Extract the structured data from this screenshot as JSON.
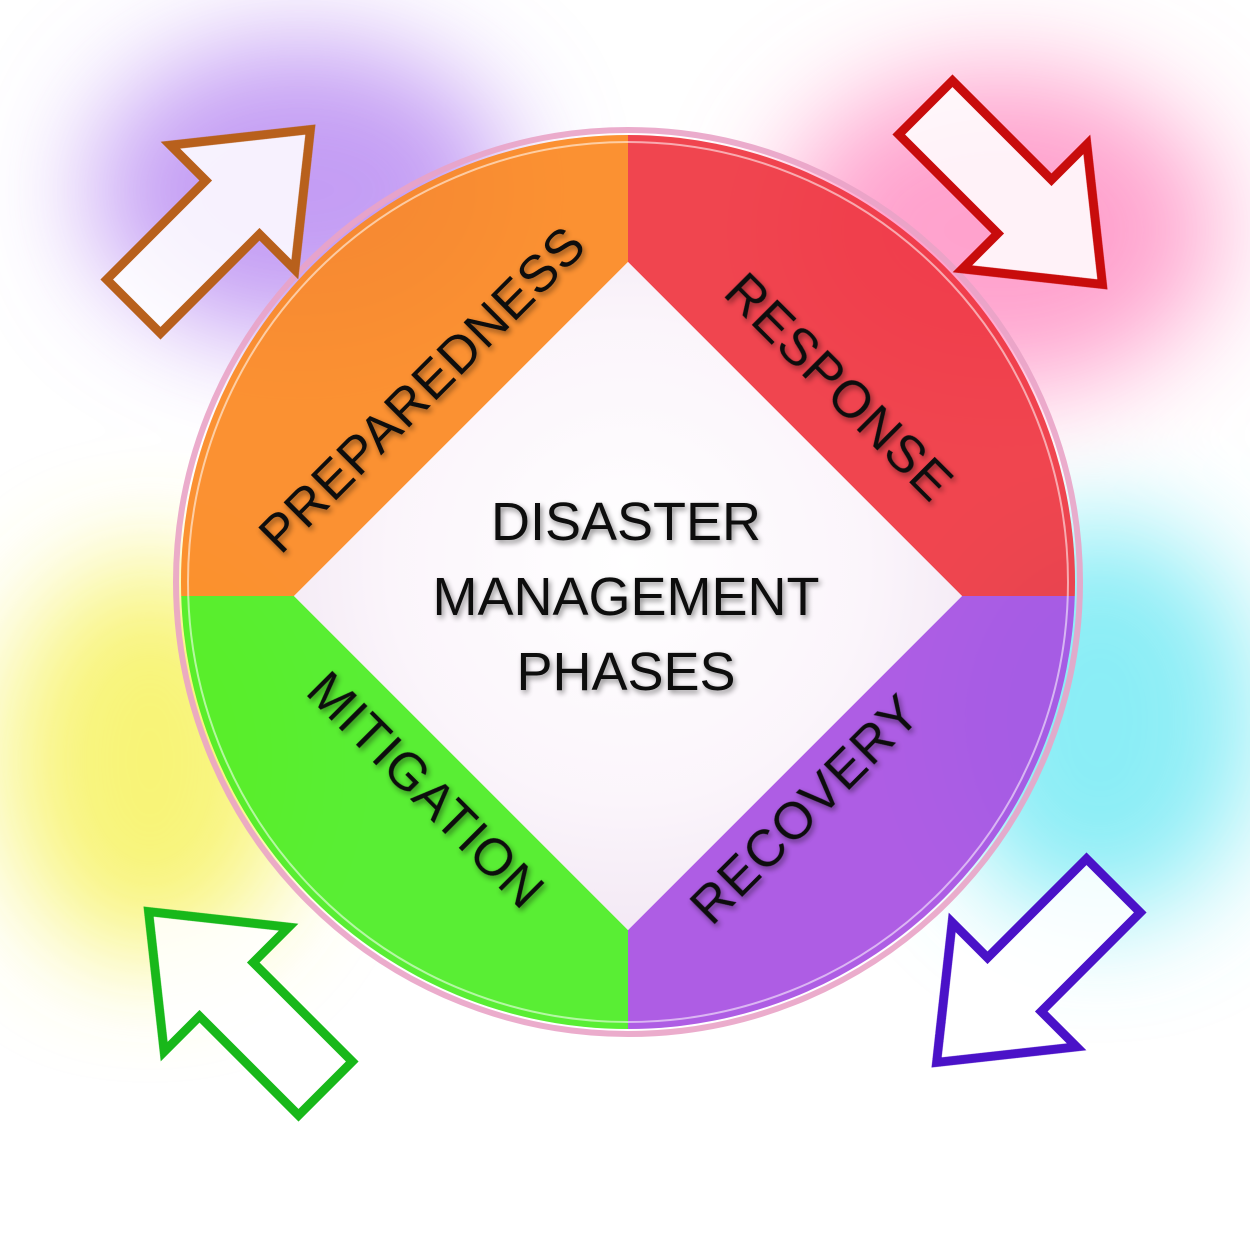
{
  "title_lines": [
    "DISASTER",
    "MANAGEMENT",
    "PHASES"
  ],
  "phases": [
    {
      "label": "PREPAREDNESS",
      "color": "#fb7d0e"
    },
    {
      "label": "RESPONSE",
      "color": "#ee2430"
    },
    {
      "label": "RECOVERY",
      "color": "#a040e0"
    },
    {
      "label": "MITIGATION",
      "color": "#3cea10"
    }
  ],
  "arrow_colors": {
    "top_left": "#b8601c",
    "top_right": "#c80c0c",
    "bottom_right": "#4a12c8",
    "bottom_left": "#18b81a"
  },
  "glow_colors": [
    "#b07cf0",
    "#ff7ab8",
    "#59e6f2",
    "#f5f04a"
  ],
  "icons": [
    "arrow-up-right-icon",
    "arrow-down-right-icon",
    "arrow-down-left-icon",
    "arrow-up-left-icon"
  ]
}
